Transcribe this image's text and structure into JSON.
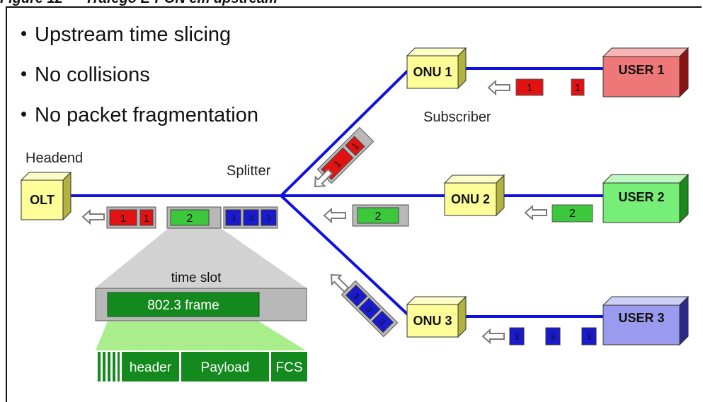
{
  "figure_title": "Figure 12 — Trafego E-PON em upstream",
  "bullets": [
    "Upstream time slicing",
    "No collisions",
    "No packet fragmentation"
  ],
  "labels": {
    "headend": "Headend",
    "splitter": "Splitter",
    "subscriber": "Subscriber",
    "time_slot": "time slot",
    "frame": "802.3 frame"
  },
  "nodes": {
    "olt": "OLT",
    "onu1": "ONU 1",
    "onu2": "ONU 2",
    "onu3": "ONU 3",
    "user1": "USER 1",
    "user2": "USER 2",
    "user3": "USER 3"
  },
  "packet_labels": {
    "user1": "1",
    "user2": "2",
    "user3": "3"
  },
  "frame_fields": [
    "header",
    "Payload",
    "FCS"
  ],
  "colors": {
    "fiber": "#1010e0",
    "onu_fill": "#fefe99",
    "user1_fill": "#ee7777",
    "user2_fill": "#77ee77",
    "user3_fill": "#9a9aee",
    "red_packet": "#e21212",
    "green_packet": "#3cc83c",
    "blue_packet": "#1a1ad0",
    "slot_gray": "#b8b8b8",
    "frame_green": "#148a1e"
  },
  "icons": [
    "left-arrow-icon",
    "up-left-arrow-icon",
    "down-left-arrow-icon"
  ]
}
